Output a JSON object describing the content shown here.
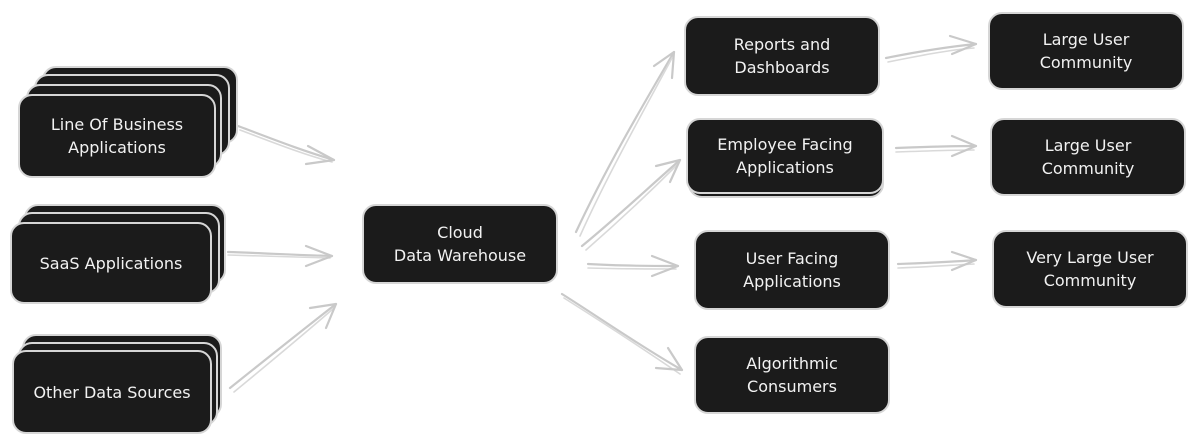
{
  "sources": [
    {
      "id": "lob",
      "label": "Line Of Business\nApplications"
    },
    {
      "id": "saas",
      "label": "SaaS Applications"
    },
    {
      "id": "other",
      "label": "Other Data Sources"
    }
  ],
  "warehouse": {
    "label": "Cloud\nData Warehouse"
  },
  "consumers": [
    {
      "id": "reports",
      "label": "Reports and\nDashboards"
    },
    {
      "id": "employee",
      "label": "Employee Facing\nApplications"
    },
    {
      "id": "user",
      "label": "User Facing\nApplications"
    },
    {
      "id": "algorithmic",
      "label": "Algorithmic\nConsumers"
    }
  ],
  "communities": [
    {
      "id": "c1",
      "label": "Large User\nCommunity"
    },
    {
      "id": "c2",
      "label": "Large User\nCommunity"
    },
    {
      "id": "c3",
      "label": "Very Large User\nCommunity"
    }
  ],
  "colors": {
    "box_fill": "#1b1b1b",
    "box_border": "#d6d6d6",
    "text": "#f2f2f2",
    "arrow": "#c9c9c9"
  }
}
